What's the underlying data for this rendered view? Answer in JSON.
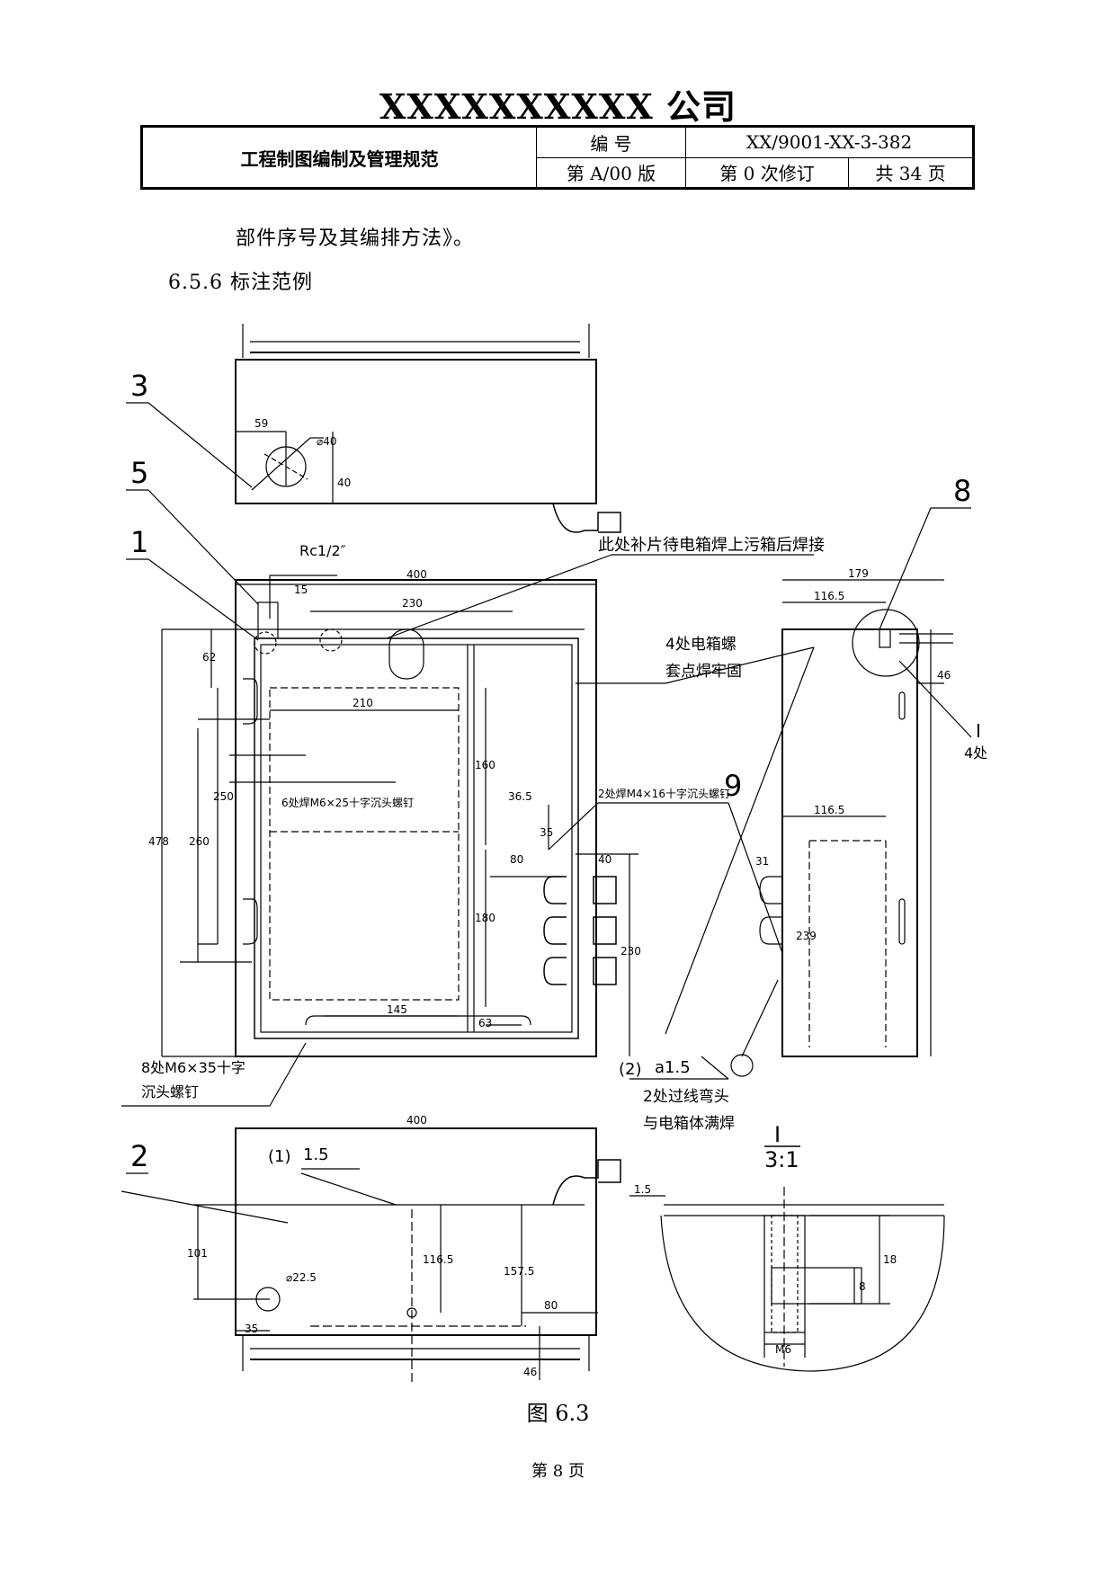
{
  "header": {
    "company": "XXXXXXXXXX 公司",
    "doc_title": "工程制图编制及管理规范",
    "label_number": "编 号",
    "number_value": "XX/9001-XX-3-382",
    "edition": "第 A/00 版",
    "revision": "第 0 次修订",
    "pages_total": "共 34 页"
  },
  "body": {
    "paragraph_continuation": "部件序号及其编排方法》。",
    "section_heading": "6.5.6 标注范例"
  },
  "drawing": {
    "balloons": {
      "b1": "1",
      "b2": "2",
      "b3": "3",
      "b5": "5",
      "b8": "8",
      "b9": "9"
    },
    "top_view": {
      "d59": "59",
      "d40dia": "⌀40",
      "d40": "40"
    },
    "front_view": {
      "d400": "400",
      "rc": "Rc1/2″",
      "d15": "15",
      "d230": "230",
      "d62": "62",
      "d210": "210",
      "d160": "160",
      "d36_5": "36.5",
      "d250": "250",
      "d260": "260",
      "d478": "478",
      "d35": "35",
      "d80": "80",
      "d40": "40",
      "d180": "180",
      "d230v": "230",
      "d145": "145",
      "d63": "63",
      "note_patch": "此处补片待电箱焊上污箱后焊接",
      "note_m6": "6处焊M6×25十字沉头螺钉",
      "note_m4": "2处焊M4×16十字沉头螺钉",
      "note_bottom_l1": "8处M6×35十字",
      "note_bottom_l2": "沉头螺钉"
    },
    "side_view": {
      "d179": "179",
      "d116_5a": "116.5",
      "note_l1": "4处电箱螺",
      "note_l2": "套点焊牢固",
      "d46": "46",
      "roman": "I",
      "four": "4处",
      "d116_5b": "116.5",
      "d31": "31",
      "d239": "239",
      "weld_num": "(2)",
      "weld_val": "a1.5",
      "note_w1": "2处过线弯头",
      "note_w2": "与电箱体满焊"
    },
    "bottom_view": {
      "d400": "400",
      "weld_num": "(1)",
      "weld_val": "1.5",
      "d101": "101",
      "d22_5": "⌀22.5",
      "d116_5": "116.5",
      "d157_5": "157.5",
      "d80": "80",
      "d35": "35",
      "d46": "46"
    },
    "detail": {
      "roman": "I",
      "scale": "3:1",
      "d1_5": "1.5",
      "d18": "18",
      "d8": "8",
      "m6": "M6"
    }
  },
  "caption": "图 6.3",
  "footer": "第 8 页"
}
